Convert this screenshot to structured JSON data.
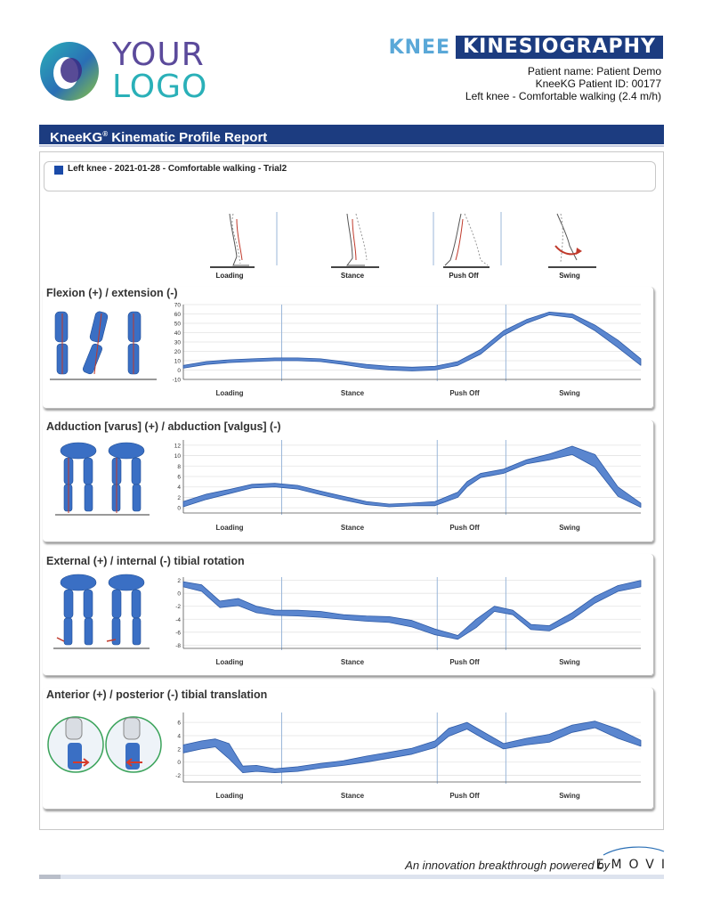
{
  "logo": {
    "line1": "YOUR",
    "line2": "LOGO"
  },
  "brand": {
    "knee": "KNEE",
    "kinesiography": "KINESIOGRAPHY"
  },
  "patient": {
    "name": "Patient name: Patient Demo",
    "id": "KneeKG Patient ID: 00177",
    "condition": "Left knee - Comfortable walking (2.4 m/h)"
  },
  "report": {
    "title": "KneeKG",
    "title_rest": " Kinematic Profile Report",
    "reg": "®"
  },
  "legend": {
    "label": "Left knee - 2021-01-28 - Comfortable walking - Trial2",
    "color": "#1a4aa8"
  },
  "phases": [
    "Loading",
    "Stance",
    "Push Off",
    "Swing"
  ],
  "colors": {
    "band_fill": "#5a86cf",
    "band_stroke": "#2e5aa6",
    "header": "#1c3c80"
  },
  "chart_data": [
    {
      "type": "area",
      "title": "Flexion (+) / extension (-)",
      "ylim": [
        -10,
        70
      ],
      "yticks": [
        -10,
        0,
        10,
        20,
        30,
        40,
        50,
        60,
        70
      ],
      "x": [
        0,
        5,
        10,
        15,
        20,
        25,
        30,
        35,
        40,
        45,
        50,
        55,
        60,
        65,
        70,
        75,
        80,
        85,
        90,
        95,
        100
      ],
      "upper": [
        5,
        9,
        11,
        12,
        13,
        13,
        12,
        9,
        6,
        4,
        3,
        4,
        9,
        22,
        42,
        54,
        62,
        60,
        48,
        32,
        12
      ],
      "lower": [
        2,
        6,
        8,
        9,
        10,
        10,
        9,
        6,
        2,
        0,
        -1,
        0,
        5,
        17,
        37,
        50,
        59,
        56,
        42,
        24,
        5
      ]
    },
    {
      "type": "area",
      "title": "Adduction [varus] (+) / abduction [valgus] (-)",
      "ylim": [
        -1,
        13
      ],
      "yticks": [
        0,
        2,
        4,
        6,
        8,
        10,
        12
      ],
      "x": [
        0,
        5,
        10,
        15,
        20,
        25,
        30,
        35,
        40,
        45,
        50,
        55,
        60,
        62,
        65,
        70,
        75,
        80,
        85,
        90,
        95,
        100
      ],
      "upper": [
        1.2,
        2.6,
        3.5,
        4.5,
        4.7,
        4.3,
        3.2,
        2.2,
        1.2,
        0.7,
        0.9,
        1.2,
        3.0,
        5.0,
        6.6,
        7.4,
        9.2,
        10.3,
        11.8,
        10.2,
        4.0,
        0.9
      ],
      "lower": [
        0.2,
        1.6,
        2.7,
        3.8,
        4.0,
        3.6,
        2.5,
        1.5,
        0.6,
        0.2,
        0.4,
        0.4,
        2.0,
        4.0,
        5.8,
        6.6,
        8.4,
        9.2,
        10.2,
        7.8,
        2.2,
        0.1
      ]
    },
    {
      "type": "area",
      "title": "External (+) / internal (-) tibial rotation",
      "ylim": [
        -8.5,
        2.5
      ],
      "yticks": [
        -8,
        -6,
        -4,
        -2,
        0,
        2
      ],
      "x": [
        0,
        4,
        8,
        12,
        16,
        20,
        25,
        30,
        35,
        40,
        45,
        50,
        55,
        60,
        64,
        68,
        72,
        76,
        80,
        85,
        90,
        95,
        100
      ],
      "upper": [
        1.8,
        1.3,
        -1.2,
        -0.8,
        -2.0,
        -2.6,
        -2.6,
        -2.8,
        -3.3,
        -3.5,
        -3.6,
        -4.2,
        -5.5,
        -6.5,
        -4.0,
        -2.0,
        -2.6,
        -4.8,
        -5.0,
        -3.0,
        -0.5,
        1.2,
        2.0
      ],
      "lower": [
        1.0,
        0.3,
        -2.2,
        -1.9,
        -3.0,
        -3.4,
        -3.5,
        -3.7,
        -4.0,
        -4.3,
        -4.5,
        -5.2,
        -6.4,
        -7.1,
        -5.3,
        -2.8,
        -3.3,
        -5.6,
        -5.8,
        -4.0,
        -1.5,
        0.3,
        1.0
      ]
    },
    {
      "type": "area",
      "title": "Anterior (+) / posterior (-) tibial translation",
      "ylim": [
        -3,
        7.5
      ],
      "yticks": [
        -2,
        0,
        2,
        4,
        6
      ],
      "x": [
        0,
        4,
        7,
        10,
        13,
        16,
        20,
        25,
        30,
        35,
        40,
        45,
        50,
        55,
        58,
        62,
        66,
        70,
        75,
        80,
        85,
        90,
        95,
        100
      ],
      "upper": [
        2.6,
        3.2,
        3.5,
        2.8,
        -0.6,
        -0.5,
        -1.0,
        -0.7,
        -0.2,
        0.2,
        0.9,
        1.5,
        2.1,
        3.2,
        5.1,
        6.0,
        4.4,
        2.8,
        3.6,
        4.2,
        5.6,
        6.2,
        5.0,
        3.3
      ],
      "lower": [
        1.4,
        2.0,
        2.3,
        0.5,
        -1.6,
        -1.4,
        -1.6,
        -1.4,
        -0.9,
        -0.5,
        0.0,
        0.6,
        1.2,
        2.2,
        3.9,
        5.0,
        3.4,
        2.0,
        2.6,
        3.0,
        4.5,
        5.2,
        3.6,
        2.4
      ]
    }
  ],
  "footer": {
    "tagline": "An innovation breakthrough powered by",
    "company": "EMOVI"
  }
}
